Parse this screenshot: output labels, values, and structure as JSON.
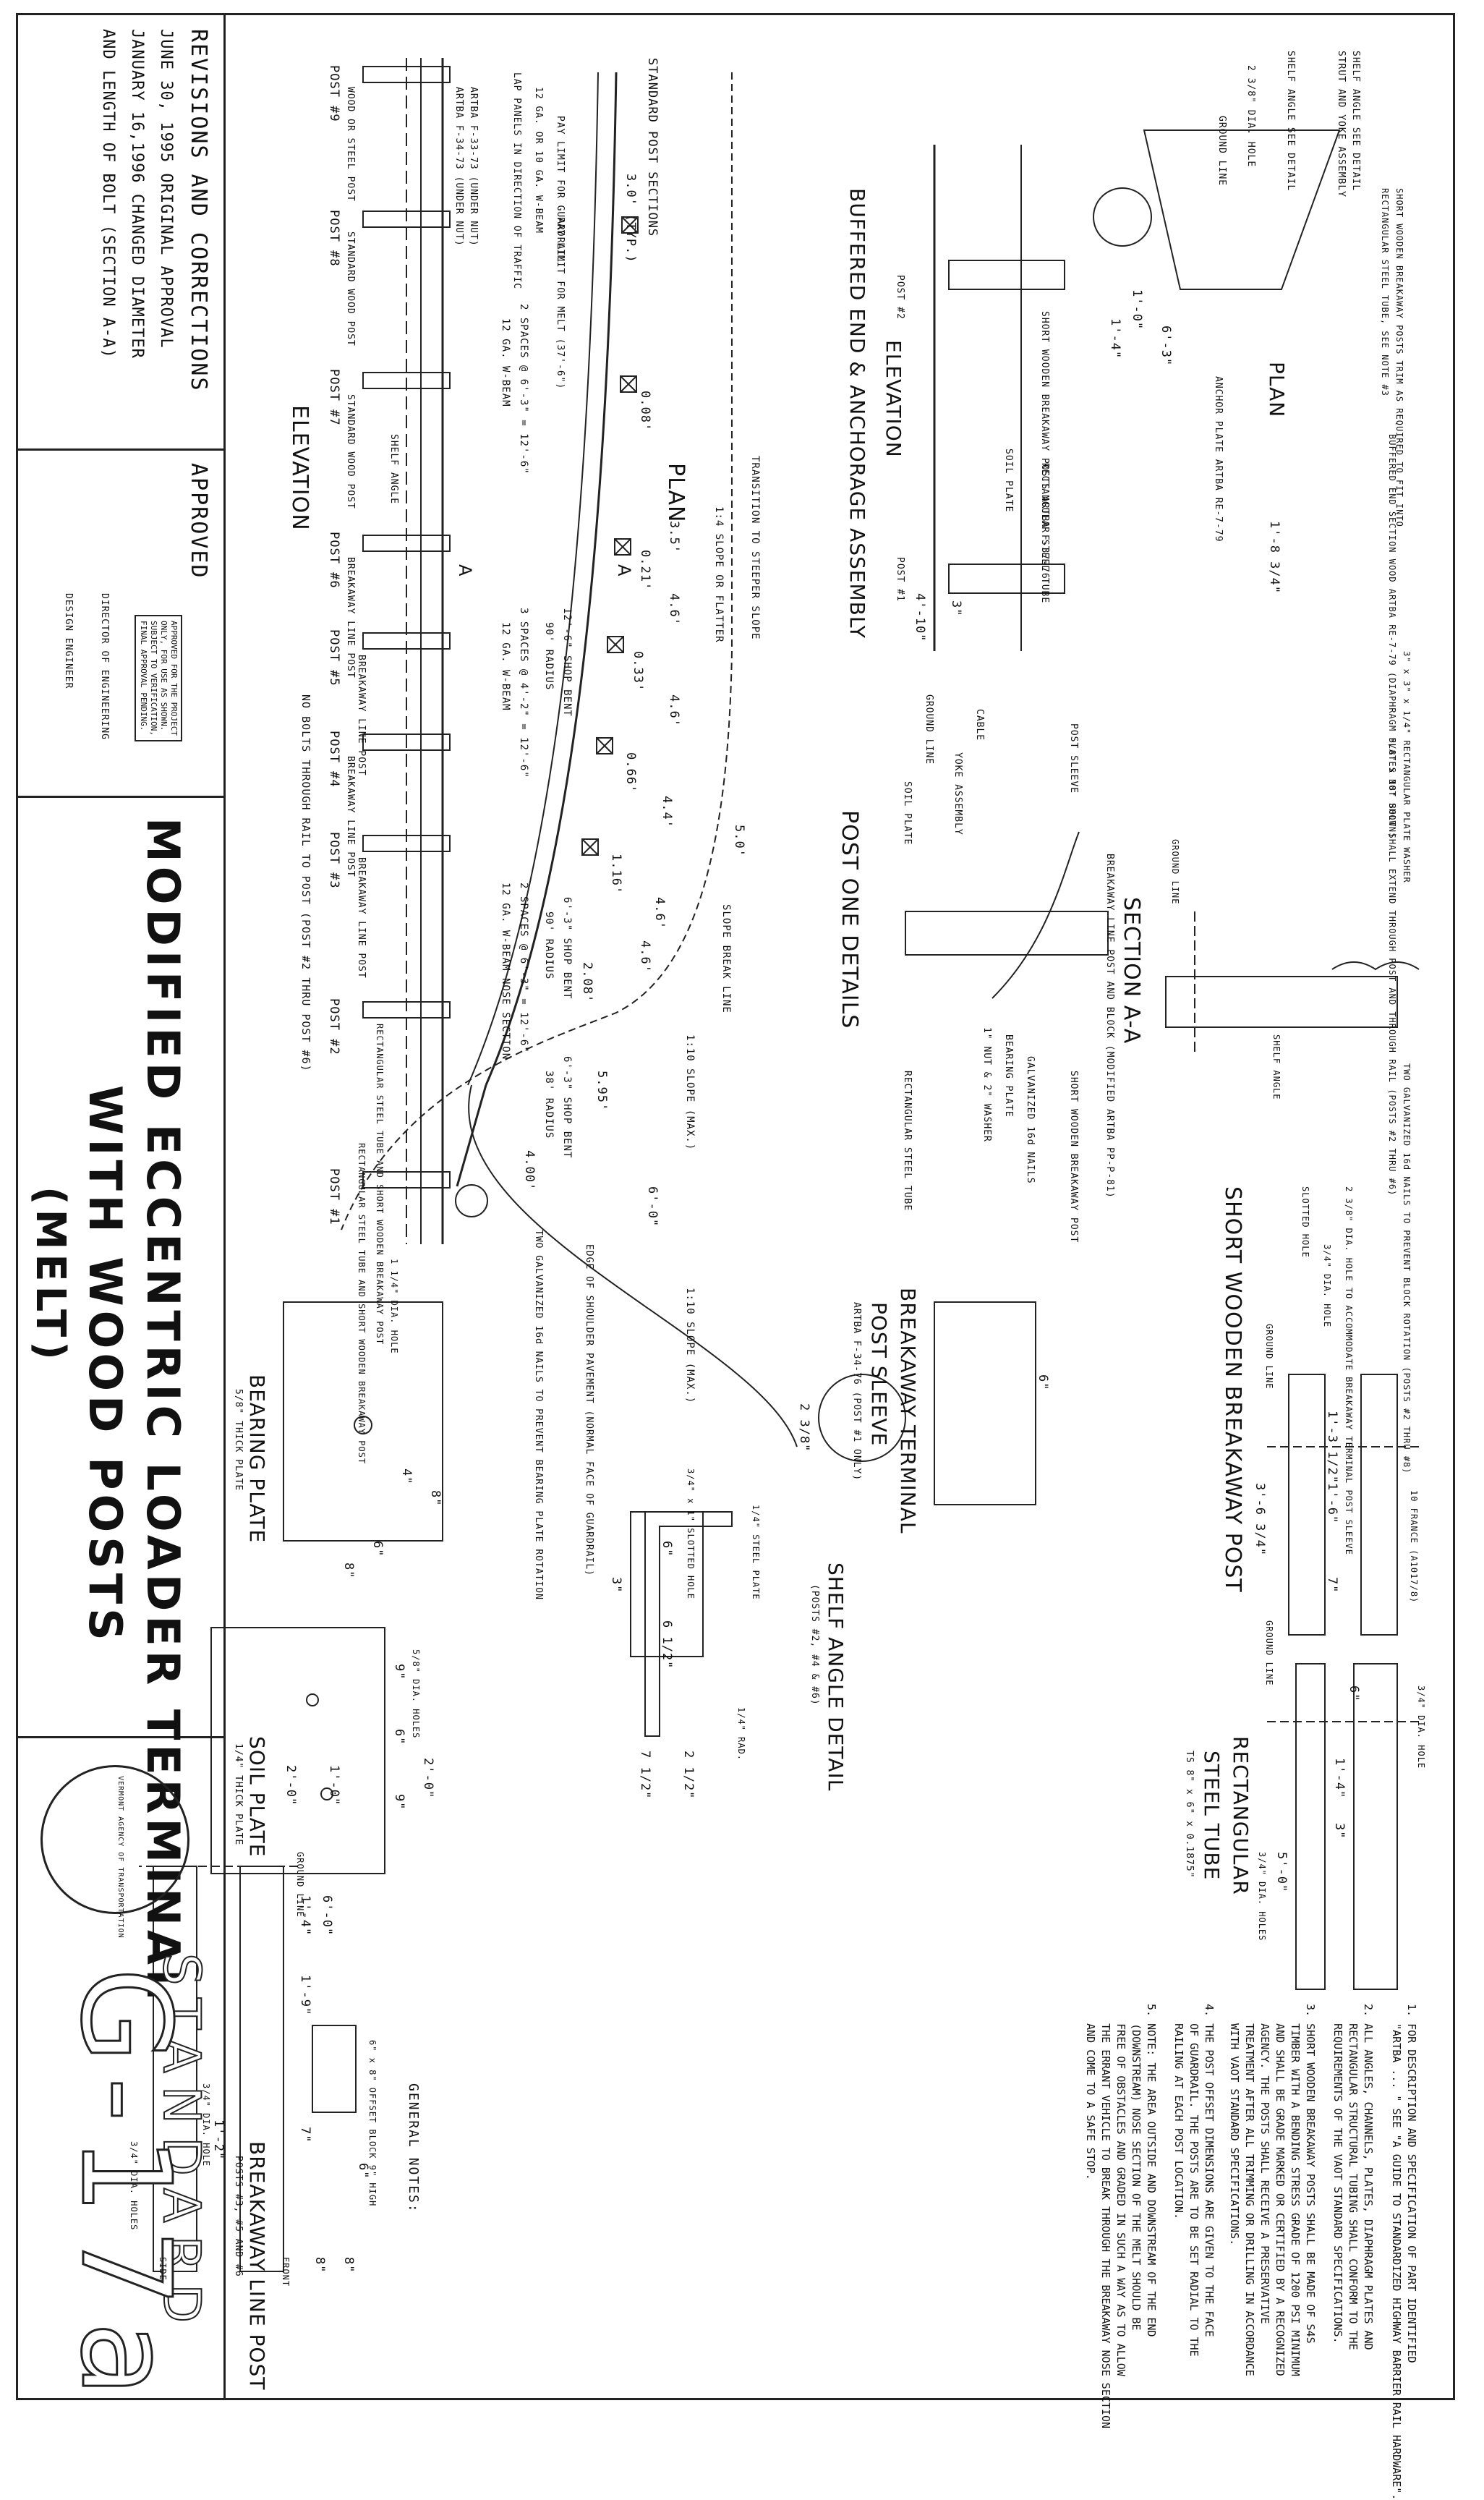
{
  "title_block": {
    "title_line1": "MODIFIED ECCENTRIC LOADER TERMINAL",
    "title_line2": "WITH WOOD POSTS",
    "title_line3": "(MELT)",
    "standard_word": "STANDARD",
    "standard_number": "G-17a",
    "revisions_heading": "REVISIONS AND CORRECTIONS",
    "revision_1": "JUNE 30, 1995   ORIGINAL APPROVAL",
    "revision_2": "JANUARY 16,1996 CHANGED DIAMETER",
    "revision_3": "AND LENGTH OF BOLT (SECTION A-A)",
    "approved_label": "APPROVED",
    "approval_stamp": "APPROVED FOR THE PROJECT\nONLY, FOR USE AS SHOWN.\nSUBJECT TO VERIFICATION,\nFINAL APPROVAL PENDING.",
    "sig_title_1": "DIRECTOR OF ENGINEERING",
    "sig_title_2": "DESIGN ENGINEER",
    "seal_text": "VERMONT AGENCY OF TRANSPORTATION"
  },
  "elevation": {
    "heading": "ELEVATION",
    "posts": [
      "POST #9",
      "POST #8",
      "POST #7",
      "POST #6",
      "POST #5",
      "POST #4",
      "POST #3",
      "POST #2",
      "POST #1"
    ],
    "post_types": [
      "WOOD OR STEEL POST",
      "STANDARD WOOD POST",
      "STANDARD WOOD POST",
      "BREAKAWAY LINE POST",
      "BREAKAWAY LINE POST",
      "BREAKAWAY LINE POST",
      "BREAKAWAY LINE POST",
      "RECTANGULAR STEEL TUBE AND SHORT WOODEN BREAKAWAY POST",
      "RECTANGULAR STEEL TUBE AND SHORT WOODEN BREAKAWAY POST"
    ],
    "artba_1": "ARTBA F-34-73 (UNDER NUT)",
    "artba_2": "ARTBA F-33-73 (UNDER NUT)",
    "lap_panels": "LAP PANELS IN DIRECTION OF TRAFFIC",
    "beam_1": "12 GA. OR 10 GA. W-BEAM",
    "pay_limit_1": "PAY LIMIT FOR GUARDRAIL",
    "pay_limit_2": "PAY LIMIT FOR MELT (37'-6\")",
    "spaces_1": "2 SPACES @ 6'-3\" = 12'-6\"",
    "spaces_1b": "12 GA. W-BEAM",
    "spaces_2": "3 SPACES @ 4'-2\" = 12'-6\"",
    "spaces_2b": "12 GA. W-BEAM",
    "shop_bent_1": "12'-6\" SHOP BENT",
    "radius_1": "90' RADIUS",
    "shop_bent_2": "6'-3\" SHOP BENT",
    "radius_2": "90' RADIUS",
    "spaces_3": "2 SPACES @ 6'-3\" = 12'-6\"",
    "nose_section": "12 GA. W-BEAM NOSE SECTION",
    "shop_bent_3": "6'-3\" SHOP BENT",
    "radius_3": "38' RADIUS",
    "shelf_angle": "SHELF ANGLE",
    "no_bolts": "NO BOLTS THROUGH RAIL TO POST (POST #2 THRU POST #6)",
    "nails_note": "TWO GALVANIZED 16d NAILS TO PREVENT BEARING PLATE ROTATION",
    "shoulder_edge": "EDGE OF SHOULDER PAVEMENT (NORMAL FACE OF GUARDRAIL)"
  },
  "plan": {
    "heading": "PLAN",
    "std_post_sections": "STANDARD POST SECTIONS",
    "typ": "3.0' (TYP.)",
    "offsets": [
      "0.08'",
      "0.21'",
      "0.33'",
      "0.66'",
      "1.16'",
      "2.08'",
      "4.00'"
    ],
    "dims": [
      "3.5'",
      "4.6'",
      "4.6'",
      "4.4'",
      "4.6'",
      "4.6'",
      "5.95'",
      "5.0'"
    ],
    "transition": "TRANSITION TO STEEPER SLOPE",
    "slope_1": "1:4 SLOPE OR FLATTER",
    "slope_break": "SLOPE BREAK LINE",
    "slope_2": "1:10 SLOPE (MAX.)",
    "slope_3": "1:10 SLOPE (MAX.)",
    "six_ft": "6'-0\"",
    "section_mark": "A"
  },
  "buffered_end": {
    "heading_1": "BUFFERED END & ANCHORAGE ASSEMBLY",
    "heading_2": "ELEVATION",
    "plan_heading": "PLAN",
    "labels": [
      "SHELF ANGLE SEE DETAIL",
      "STRUT AND YOKE ASSEMBLY",
      "SHELF ANGLE SEE DETAIL",
      "2 3/8\" DIA. HOLE",
      "GROUND LINE",
      "POST #2",
      "POST #1",
      "SHORT WOODEN BREAKAWAY POSTS ARTBA F-37-76",
      "RECTANGULAR STEEL TUBE",
      "SOIL PLATE",
      "ANCHOR PLATE ARTBA RE-7-79",
      "BUFFERED END SECTION WOOD ARTBA RE-7-79 (DIAPHRAGM PLATES NOT SHOWN)",
      "RECTANGULAR STEEL TUBE, SEE NOTE #3",
      "SHORT WOODEN BREAKAWAY POSTS TRIM AS REQUIRED TO FIT INTO"
    ],
    "dims": [
      "6'-3\"",
      "1'-8 3/4\"",
      "1'-0\"",
      "1'-4\"",
      "4'-10\"",
      "3\""
    ]
  },
  "section_aa": {
    "heading": "SECTION A-A",
    "sub": "BREAKAWAY LINE POST AND BLOCK (MODIFIED ARTBA PP-P-81)",
    "labels": [
      "5/8\" x 18\" BOLT SHALL EXTEND THROUGH POST AND THROUGH RAIL (POSTS #2 THRU #6)",
      "TWO GALVANIZED 16d NAILS TO PREVENT BLOCK ROTATION (POSTS #2 THRU #8)",
      "GROUND LINE",
      "SHELF ANGLE",
      "3\" x 3\" x 1/4\" RECTANGULAR PLATE WASHER"
    ]
  },
  "post_one": {
    "heading": "POST ONE DETAILS",
    "labels": [
      "POST SLEEVE",
      "CABLE",
      "YOKE ASSEMBLY",
      "SOIL PLATE",
      "GROUND LINE",
      "SHORT WOODEN BREAKAWAY POST",
      "GALVANIZED 16d NAILS",
      "BEARING PLATE",
      "1\" NUT & 2\" WASHER",
      "RECTANGULAR STEEL TUBE"
    ]
  },
  "short_post": {
    "heading": "SHORT WOODEN BREAKAWAY POST",
    "labels": [
      "3/4\" DIA. HOLE",
      "2 3/8\" DIA. HOLE TO ACCOMMODATE BREAKAWAY TERMINAL POST SLEEVE",
      "GROUND LINE",
      "SLOTTED HOLE",
      "10 FRANCE (A1017/8)"
    ],
    "dims": [
      "1'-3 1/2\"",
      "1'-6\"",
      "7\"",
      "3'-6 3/4\""
    ]
  },
  "sleeve": {
    "heading_1": "BREAKAWAY TERMINAL",
    "heading_2": "POST SLEEVE",
    "sub": "ARTBA F-34-76 (POST #1 ONLY)",
    "dims": [
      "6\"",
      "2 3/8\""
    ]
  },
  "tube": {
    "heading_1": "RECTANGULAR",
    "heading_2": "STEEL TUBE",
    "sub": "TS 8\" x 6\" x 0.1875\"",
    "labels": [
      "3/4\" DIA. HOLE",
      "GROUND LINE",
      "3/4\" DIA. HOLES"
    ],
    "dims": [
      "6\"",
      "1'-4\"",
      "5'-0\"",
      "3\""
    ]
  },
  "bearing_plate": {
    "heading": "BEARING PLATE",
    "sub": "5/8\" THICK PLATE",
    "labels": [
      "1 1/4\" DIA. HOLE"
    ],
    "dims": [
      "4\"",
      "8\"",
      "6\"",
      "8\""
    ]
  },
  "soil_plate": {
    "heading": "SOIL PLATE",
    "sub": "1/4\" THICK PLATE",
    "labels": [
      "5/8\" DIA. HOLES"
    ],
    "dims": [
      "9\"",
      "6\"",
      "9\"",
      "2'-0\"",
      "1'-0\"",
      "2'-0\""
    ]
  },
  "shelf_detail": {
    "heading": "SHELF ANGLE DETAIL",
    "sub": "(POSTS #2, #4 & #6)",
    "labels": [
      "1/4\" STEEL PLATE",
      "3/4\" x 1\" SLOTTED HOLE",
      "1/4\" RAD."
    ],
    "dims": [
      "6\"",
      "3\"",
      "6 1/2\"",
      "2 1/2\"",
      "7 1/2\""
    ]
  },
  "line_post": {
    "heading": "BREAKAWAY LINE POST",
    "sub": "POSTS #3, #5 AND #6",
    "labels": [
      "GROUND LINE",
      "FRONT",
      "SIDE",
      "3/4\" DIA. HOLE",
      "3/4\" DIA. HOLES",
      "6\" x 8\" OFFSET BLOCK 9\" HIGH"
    ],
    "dims": [
      "6'-0\"",
      "1'-4\"",
      "1'-9\"",
      "7\"",
      "1'-2\"",
      "8\"",
      "8\"",
      "6\""
    ]
  },
  "notes": {
    "heading": "GENERAL NOTES:",
    "items": [
      "1. FOR DESCRIPTION AND SPECIFICATION OF PART IDENTIFIED\n   \"ARTBA ... \" SEE \"A GUIDE TO STANDARDIZED HIGHWAY BARRIER RAIL HARDWARE\".",
      "2. ALL ANGLES, CHANNELS, PLATES, DIAPHRAGM PLATES AND\n   RECTANGULAR STRUCTURAL TUBING SHALL CONFORM TO THE\n   REQUIREMENTS OF THE VAOT STANDARD SPECIFICATIONS.",
      "3. SHORT WOODEN BREAKAWAY POSTS SHALL BE MADE OF S4S\n   TIMBER WITH A BENDING STRESS GRADE OF 1200 PSI MINIMUM\n   AND SHALL BE GRADE MARKED OR CERTIFIED BY A RECOGNIZED\n   AGENCY. THE POSTS SHALL RECEIVE A PRESERVATIVE\n   TREATMENT AFTER ALL TRIMMING OR DRILLING IN ACCORDANCE\n   WITH VAOT STANDARD SPECIFICATIONS.",
      "4. THE POST OFFSET DIMENSIONS ARE GIVEN TO THE FACE\n   OF GUARDRAIL. THE POSTS ARE TO BE SET RADIAL TO THE\n   RAILING AT EACH POST LOCATION.",
      "5. NOTE: THE AREA OUTSIDE AND DOWNSTREAM OF THE END\n   (DOWNSTREAM) NOSE SECTION OF THE MELT SHOULD BE\n   FREE OF OBSTACLES AND GRADED IN SUCH A WAY AS TO ALLOW\n   THE ERRANT VEHICLE TO BREAK THROUGH THE BREAKAWAY NOSE SECTION\n   AND COME TO A SAFE STOP."
    ]
  }
}
